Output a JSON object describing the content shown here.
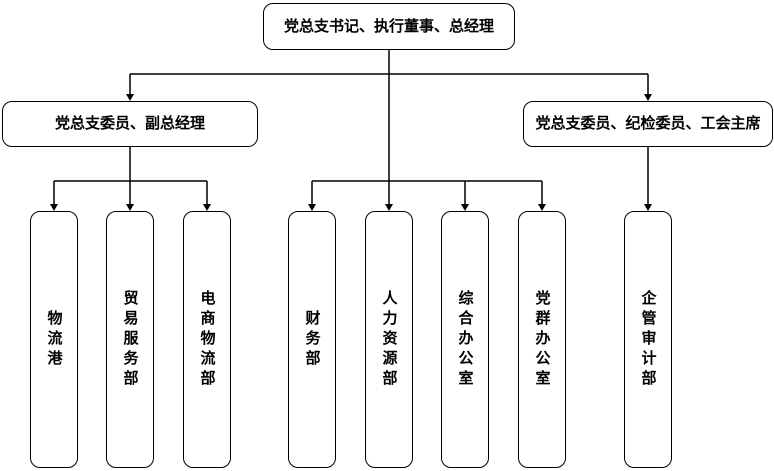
{
  "org_chart": {
    "root": {
      "label": "党总支书记、执行董事、总经理"
    },
    "level2": [
      {
        "label": "党总支委员、副总经理"
      },
      {
        "label": "党总支委员、纪检委员、工会主席"
      }
    ],
    "departments": [
      {
        "label": "物流港"
      },
      {
        "label": "贸易服务部"
      },
      {
        "label": "电商物流部"
      },
      {
        "label": "财务部"
      },
      {
        "label": "人力资源部"
      },
      {
        "label": "综合办公室"
      },
      {
        "label": "党群办公室"
      },
      {
        "label": "企管审计部"
      }
    ],
    "colors": {
      "line": "#000000",
      "border": "#000000",
      "background": "#ffffff",
      "text": "#000000"
    }
  }
}
